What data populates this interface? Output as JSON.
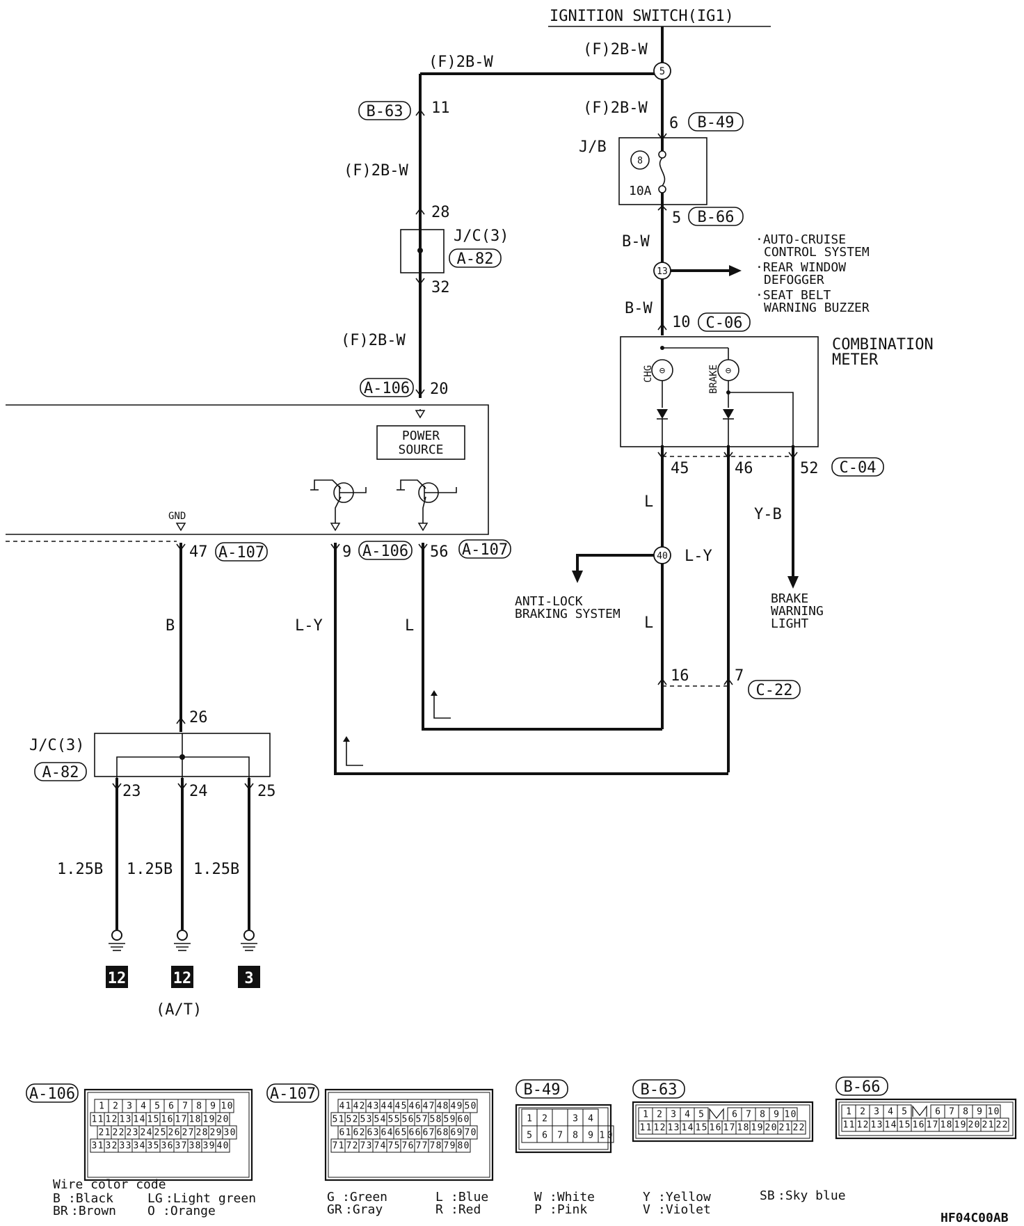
{
  "title": "IGNITION SWITCH(IG1)",
  "figure_code": "HF04C00AB",
  "wire_labels": {
    "f2bw": "(F)2B-W",
    "bw": "B-W",
    "l": "L",
    "ly": "L-Y",
    "yb": "Y-B",
    "b": "B",
    "b125": "1.25B"
  },
  "connectors": {
    "a106": "A-106",
    "a107": "A-107",
    "a82": "A-82",
    "b49": "B-49",
    "b63": "B-63",
    "b66": "B-66",
    "c06": "C-06",
    "c04": "C-04",
    "c22": "C-22"
  },
  "components": {
    "jb": "J/B",
    "jc3": "J/C(3)",
    "fuse_num": "8",
    "fuse_rating": "10A",
    "power_source_1": "POWER",
    "power_source_2": "SOURCE",
    "gnd": "GND",
    "combination_meter_1": "COMBINATION",
    "combination_meter_2": "METER",
    "chg": "CHG",
    "brake": "BRAKE"
  },
  "junctions": {
    "j5": "5",
    "j13": "13",
    "j40": "40"
  },
  "pins": {
    "p11": "11",
    "p6": "6",
    "p5": "5",
    "p28": "28",
    "p32": "32",
    "p20": "20",
    "p10": "10",
    "p45": "45",
    "p46": "46",
    "p52": "52",
    "p47": "47",
    "p9": "9",
    "p56": "56",
    "p16": "16",
    "p7": "7",
    "p26": "26",
    "p23": "23",
    "p24": "24",
    "p25": "25"
  },
  "destinations": {
    "auto_cruise_1": "·AUTO-CRUISE",
    "auto_cruise_2": "CONTROL SYSTEM",
    "defogger_1": "·REAR WINDOW",
    "defogger_2": "DEFOGGER",
    "seat_belt_1": "·SEAT BELT",
    "seat_belt_2": "WARNING BUZZER",
    "abs_1": "ANTI-LOCK",
    "abs_2": "BRAKING SYSTEM",
    "brake_light_1": "BRAKE",
    "brake_light_2": "WARNING",
    "brake_light_3": "LIGHT"
  },
  "grounds": [
    "12",
    "12",
    "3"
  ],
  "at_note": "(A/T)",
  "connector_faces": {
    "a106_rows": [
      [
        "1",
        "2",
        "3",
        "4",
        "5",
        "6",
        "7",
        "8",
        "9",
        "10"
      ],
      [
        "11",
        "12",
        "13",
        "14",
        "15",
        "16",
        "17",
        "18",
        "19",
        "20"
      ],
      [
        "21",
        "22",
        "23",
        "24",
        "25",
        "26",
        "27",
        "28",
        "29",
        "30"
      ],
      [
        "31",
        "32",
        "33",
        "34",
        "35",
        "36",
        "37",
        "38",
        "39",
        "40"
      ]
    ],
    "a107_rows": [
      [
        "41",
        "42",
        "43",
        "44",
        "45",
        "46",
        "47",
        "48",
        "49",
        "50"
      ],
      [
        "51",
        "52",
        "53",
        "54",
        "55",
        "56",
        "57",
        "58",
        "59",
        "60"
      ],
      [
        "61",
        "62",
        "63",
        "64",
        "65",
        "66",
        "67",
        "68",
        "69",
        "70"
      ],
      [
        "71",
        "72",
        "73",
        "74",
        "75",
        "76",
        "77",
        "78",
        "79",
        "80"
      ]
    ],
    "b49_rows": [
      [
        "1",
        "2",
        "",
        "3",
        "4"
      ],
      [
        "5",
        "6",
        "7",
        "8",
        "9",
        "10"
      ]
    ],
    "b63_rows": [
      [
        "1",
        "2",
        "3",
        "4",
        "5",
        "6",
        "7",
        "8",
        "9",
        "10"
      ],
      [
        "11",
        "12",
        "13",
        "14",
        "15",
        "16",
        "17",
        "18",
        "19",
        "20",
        "21",
        "22"
      ]
    ],
    "b66_rows": [
      [
        "1",
        "2",
        "3",
        "4",
        "5",
        "6",
        "7",
        "8",
        "9",
        "10"
      ],
      [
        "11",
        "12",
        "13",
        "14",
        "15",
        "16",
        "17",
        "18",
        "19",
        "20",
        "21",
        "22"
      ]
    ]
  },
  "legend": {
    "heading": "Wire color code",
    "entries": [
      {
        "code": "B",
        "name": ":Black"
      },
      {
        "code": "BR",
        "name": ":Brown"
      },
      {
        "code": "LG",
        "name": ":Light green"
      },
      {
        "code": "O",
        "name": ":Orange"
      },
      {
        "code": "G",
        "name": ":Green"
      },
      {
        "code": "GR",
        "name": ":Gray"
      },
      {
        "code": "L",
        "name": ":Blue"
      },
      {
        "code": "R",
        "name": ":Red"
      },
      {
        "code": "W",
        "name": ":White"
      },
      {
        "code": "P",
        "name": ":Pink"
      },
      {
        "code": "Y",
        "name": ":Yellow"
      },
      {
        "code": "V",
        "name": ":Violet"
      },
      {
        "code": "SB",
        "name": ":Sky blue"
      }
    ]
  }
}
